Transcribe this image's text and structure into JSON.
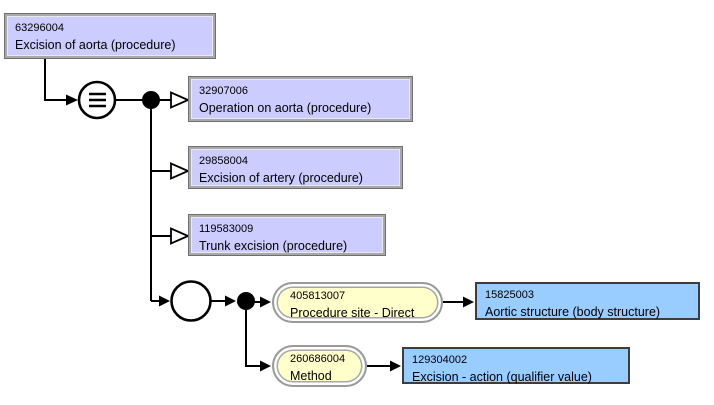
{
  "focus_concept": {
    "code": "63296004",
    "term": "Excision of aorta (procedure)"
  },
  "parents": [
    {
      "code": "32907006",
      "term": "Operation on aorta (procedure)"
    },
    {
      "code": "29858004",
      "term": "Excision of artery (procedure)"
    },
    {
      "code": "119583009",
      "term": "Trunk excision (procedure)"
    }
  ],
  "group": {
    "attributes": [
      {
        "attribute": {
          "code": "405813007",
          "term": "Procedure site - Direct"
        },
        "value": {
          "code": "15825003",
          "term": "Aortic structure (body structure)"
        }
      },
      {
        "attribute": {
          "code": "260686004",
          "term": "Method"
        },
        "value": {
          "code": "129304002",
          "term": "Excision - action (qualifier value)"
        }
      }
    ]
  },
  "icons": {
    "definition_status": "equivalent-to-icon",
    "conjunction": "conjunction-node",
    "attribute_group": "attribute-group-node",
    "subtype_arrow": "is-a-open-arrow",
    "assignment_arrow": "filled-arrow"
  },
  "colors": {
    "concept_fill": "#ccccff",
    "concept_border": "#a8a8a8",
    "attribute_fill": "#ffffcc",
    "attribute_border": "#9a9a9a",
    "value_fill": "#99ccff",
    "value_border": "#3d3d3d",
    "line": "#000000",
    "background": "#ffffff"
  }
}
